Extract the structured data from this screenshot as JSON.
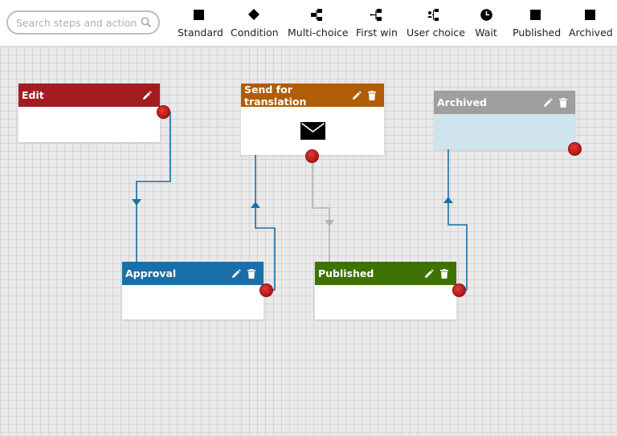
{
  "search": {
    "placeholder": "Search steps and actions."
  },
  "toolbar": {
    "items": [
      {
        "label": "Standard",
        "icon": "square-icon"
      },
      {
        "label": "Condition",
        "icon": "diamond-icon"
      },
      {
        "label": "Multi-choice",
        "icon": "multi-choice-icon"
      },
      {
        "label": "First win",
        "icon": "first-win-icon"
      },
      {
        "label": "User choice",
        "icon": "user-choice-icon"
      },
      {
        "label": "Wait",
        "icon": "clock-icon"
      },
      {
        "label": "Published",
        "icon": "square-icon"
      },
      {
        "label": "Archived",
        "icon": "square-icon"
      }
    ]
  },
  "nodes": {
    "edit": {
      "title": "Edit",
      "color": "#a31c22"
    },
    "translation": {
      "title": "Send for translation",
      "color": "#b05d06",
      "body_icon": "envelope-icon"
    },
    "archived": {
      "title": "Archived",
      "color": "#9f9f9f",
      "body_color": "#cfe4ec"
    },
    "approval": {
      "title": "Approval",
      "color": "#1a6fa8"
    },
    "published": {
      "title": "Published",
      "color": "#3e7205"
    }
  },
  "colors": {
    "edge": "#1a6fa8",
    "edge_muted": "#b3b3b3",
    "port": "#c0161e"
  },
  "icons": {
    "edit": "pencil-icon",
    "delete": "trash-icon"
  }
}
